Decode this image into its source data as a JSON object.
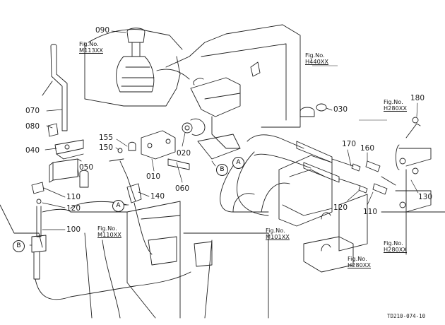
{
  "parts": [
    {
      "id": "p090",
      "label": "090"
    },
    {
      "id": "p070",
      "label": "070"
    },
    {
      "id": "p080",
      "label": "080"
    },
    {
      "id": "p040",
      "label": "040"
    },
    {
      "id": "p050",
      "label": "050"
    },
    {
      "id": "p110a",
      "label": "110"
    },
    {
      "id": "p120a",
      "label": "120"
    },
    {
      "id": "p100",
      "label": "100"
    },
    {
      "id": "p155",
      "label": "155"
    },
    {
      "id": "p150",
      "label": "150"
    },
    {
      "id": "p020",
      "label": "020"
    },
    {
      "id": "p010",
      "label": "010"
    },
    {
      "id": "p060",
      "label": "060"
    },
    {
      "id": "p140",
      "label": "140"
    },
    {
      "id": "p030",
      "label": "030"
    },
    {
      "id": "p170",
      "label": "170"
    },
    {
      "id": "p160",
      "label": "160"
    },
    {
      "id": "p180",
      "label": "180"
    },
    {
      "id": "p120b",
      "label": "120"
    },
    {
      "id": "p110b",
      "label": "110"
    },
    {
      "id": "p130",
      "label": "130"
    }
  ],
  "fig_refs": [
    {
      "id": "r1",
      "prefix": "Fig.No.",
      "code": "M113XX"
    },
    {
      "id": "r2",
      "prefix": "Fig.No.",
      "code": "H440XX"
    },
    {
      "id": "r3",
      "prefix": "Fig.No.",
      "code": "H280XX"
    },
    {
      "id": "r4",
      "prefix": "Fig.No.",
      "code": "M110XX"
    },
    {
      "id": "r5",
      "prefix": "Fig.No.",
      "code": "M101XX"
    },
    {
      "id": "r6",
      "prefix": "Fig.No.",
      "code": "H280XX"
    },
    {
      "id": "r7",
      "prefix": "Fig.No.",
      "code": "H280XX"
    }
  ],
  "markers": [
    {
      "id": "m1",
      "letter": "A"
    },
    {
      "id": "m2",
      "letter": "B"
    },
    {
      "id": "m3",
      "letter": "A"
    },
    {
      "id": "m4",
      "letter": "B"
    }
  ],
  "drawing_code": "TD210-074-10"
}
